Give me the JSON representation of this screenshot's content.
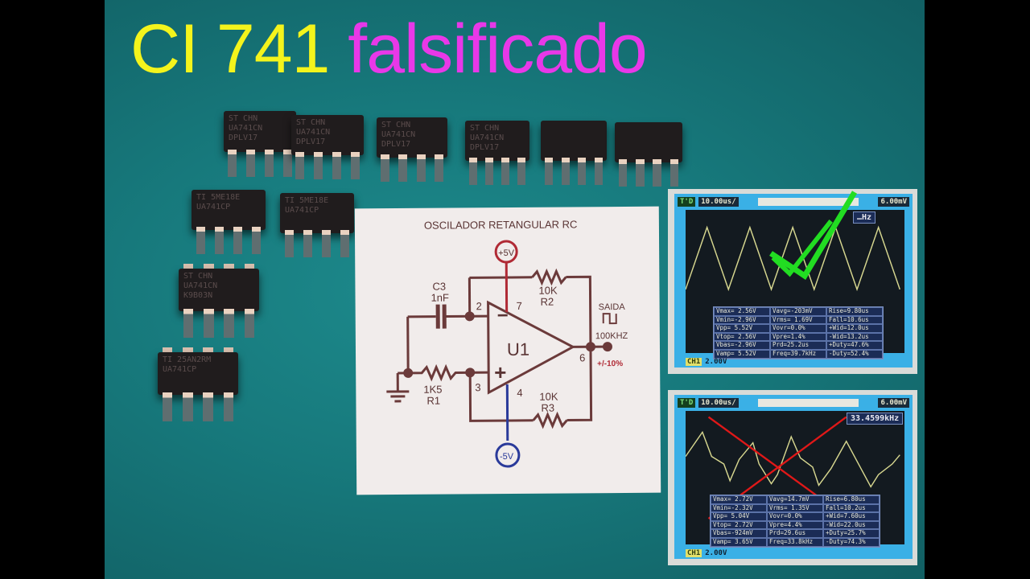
{
  "title": {
    "part1": "CI 741",
    "part2": "falsificado",
    "part1_color": "#f4f41c",
    "part2_color": "#e838e8"
  },
  "chips": [
    {
      "marking": [
        "ST CHN",
        "UA741CN",
        "DPLV17"
      ]
    },
    {
      "marking": [
        "ST CHN",
        "UA741CN",
        "DPLV17"
      ]
    },
    {
      "marking": [
        "ST CHN",
        "UA741CN",
        "DPLV17"
      ]
    },
    {
      "marking": [
        "ST CHN",
        "UA741CN",
        "DPLV17"
      ]
    },
    {
      "marking": [
        "",
        "",
        ""
      ]
    },
    {
      "marking": [
        "",
        "",
        ""
      ]
    },
    {
      "marking": [
        "TI 5ME18E",
        "UA741CP"
      ]
    },
    {
      "marking": [
        "TI 5ME18E",
        "UA741CP"
      ]
    },
    {
      "marking": [
        "ST CHN",
        "UA741CN",
        "K9B03N"
      ]
    },
    {
      "marking": [
        "TI 25AN2RM",
        "UA741CP"
      ]
    }
  ],
  "schematic": {
    "title": "OSCILADOR RETANGULAR RC",
    "vcc": "+5V",
    "vee": "-5V",
    "c3_name": "C3",
    "c3_value": "1nF",
    "r1_value": "1K5",
    "r1_name": "R1",
    "r2_value": "10K",
    "r2_name": "R2",
    "r3_value": "10K",
    "r3_name": "R3",
    "opamp": "U1",
    "pin2": "2",
    "pin3": "3",
    "pin4": "4",
    "pin6": "6",
    "pin7": "7",
    "minus": "−",
    "plus": "+",
    "output_label": "SAIDA",
    "output_freq": "100KHZ",
    "tolerance": "+/-10%"
  },
  "scope_good": {
    "mode": "T'D",
    "timebase": "10.00us/",
    "trigger": "6.00mV",
    "freq": "…Hz",
    "volts_div": "2.00V",
    "mark": "check",
    "mark_color": "#22dd22",
    "measurements": [
      "Vmax= 2.56V",
      "Vavg=-203mV",
      "Rise=9.80us",
      "Vmin=-2.96V",
      "Vrms= 1.69V",
      "Fall=10.6us",
      "Vpp= 5.52V",
      "Vovr=0.0%",
      "+Wid=12.0us",
      "Vtop= 2.56V",
      "Vpre=1.4%",
      "-Wid=13.2us",
      "Vbas=-2.96V",
      "Prd=25.2us",
      "+Duty=47.6%",
      "Vamp= 5.52V",
      "Freq=39.7kHz",
      "-Duty=52.4%"
    ]
  },
  "scope_bad": {
    "mode": "T'D",
    "timebase": "10.00us/",
    "trigger": "6.00mV",
    "freq": "33.4599kHz",
    "volts_div": "2.00V",
    "mark": "cross",
    "mark_color": "#e01818",
    "measurements": [
      "Vmax= 2.72V",
      "Vavg=14.7mV",
      "Rise=6.80us",
      "Vmin=-2.32V",
      "Vrms= 1.35V",
      "Fall=10.2us",
      "Vpp= 5.04V",
      "Vovr=0.0%",
      "+Wid=7.60us",
      "Vtop= 2.72V",
      "Vpre=4.4%",
      "-Wid=22.0us",
      "Vbas=-924mV",
      "Prd=29.6us",
      "+Duty=25.7%",
      "Vamp= 3.65V",
      "Freq=33.8kHz",
      "-Duty=74.3%"
    ]
  }
}
